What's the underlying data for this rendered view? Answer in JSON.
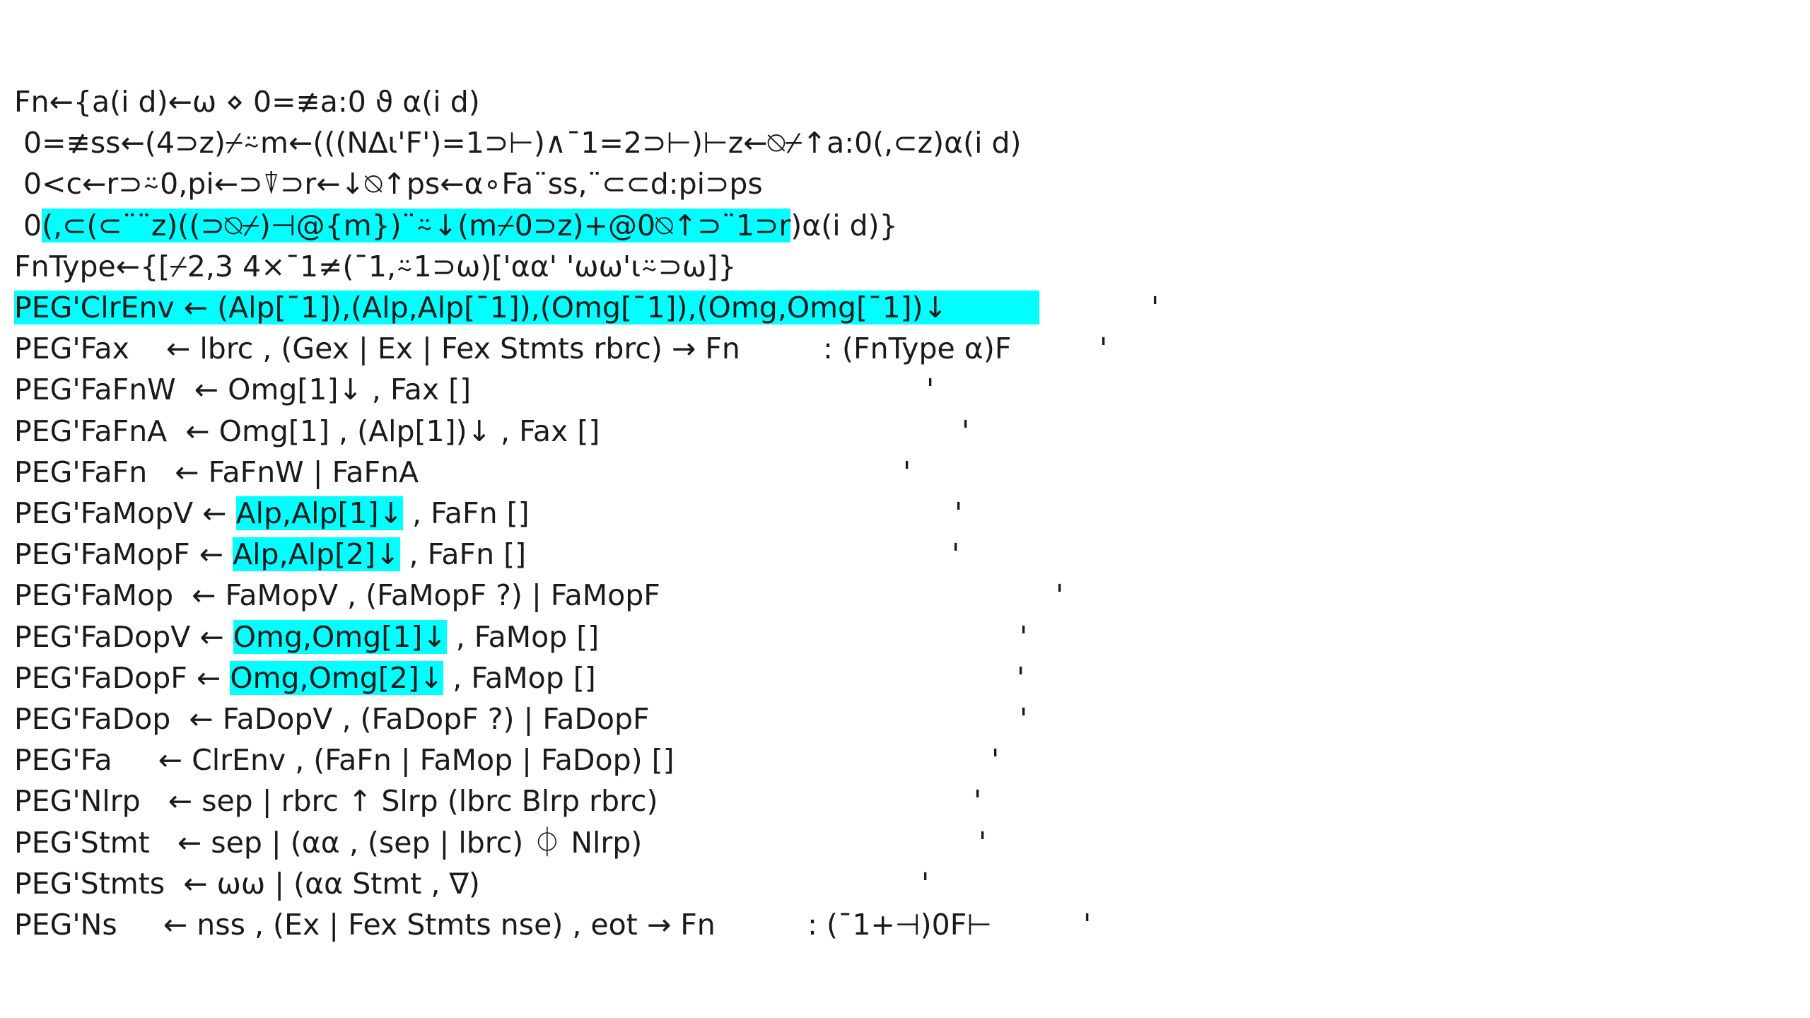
{
  "accent_highlight": "#00ffff",
  "lines": [
    {
      "segments": [
        {
          "text": "Fn←{a(i d)←ω ⋄ 0=≢a:0 ϑ α(i d)"
        }
      ]
    },
    {
      "segments": [
        {
          "text": " 0=≢ss←(4⊃z)⌿⍨m←(((N∆⍳'F')=1⊃⊢)∧¯1=2⊃⊢)⊢z←⍉⌿↑a:0(,⊂z)α(i d)"
        }
      ]
    },
    {
      "segments": [
        {
          "text": " 0<c←r⊃⍨0,pi←⊃⍒⊃r←↓⍉↑ps←α∘Fa¨ss,¨⊂⊂d:pi⊃ps"
        }
      ]
    },
    {
      "segments": [
        {
          "text": " 0"
        },
        {
          "text": "(,⊂(⊂¨¨z)((⊃⍉⌿)⊣@{m})¨⍨↓(m⌿0⊃z)+@0⍉↑⊃¨1⊃r",
          "hl": true
        },
        {
          "text": ")α(i d)}"
        }
      ]
    },
    {
      "segments": [
        {
          "text": "FnType←{[⌿2,3 4×¯1≠(¯1,⍨1⊃ω)['αα' 'ωω'⍳⍨⊃ω]}"
        }
      ]
    },
    {
      "segments": [
        {
          "text": "PEG'ClrEnv ← (Alp[¯1]),(Alp,Alp[¯1]),(Omg[¯1]),(Omg,Omg[¯1])↓          ",
          "hl": true
        }
      ],
      "tick": "'"
    },
    {
      "segments": [
        {
          "text": "PEG'Fax    ← lbrc , (Gex | Ex | Fex Stmts rbrc) → Fn         : (FnType α)F"
        }
      ],
      "tick": "'"
    },
    {
      "segments": [
        {
          "text": "PEG'FaFnW  ← Omg[1]↓ , Fax []"
        }
      ],
      "tick": "'"
    },
    {
      "segments": [
        {
          "text": "PEG'FaFnA  ← Omg[1] , (Alp[1])↓ , Fax []"
        }
      ],
      "tick": "'"
    },
    {
      "segments": [
        {
          "text": "PEG'FaFn   ← FaFnW | FaFnA"
        }
      ],
      "tick": "'"
    },
    {
      "segments": [
        {
          "text": "PEG'FaMopV ← "
        },
        {
          "text": "Alp,Alp[1]↓",
          "hl": true
        },
        {
          "text": " , FaFn []"
        }
      ],
      "tick": "'"
    },
    {
      "segments": [
        {
          "text": "PEG'FaMopF ← "
        },
        {
          "text": "Alp,Alp[2]↓",
          "hl": true
        },
        {
          "text": " , FaFn []"
        }
      ],
      "tick": "'"
    },
    {
      "segments": [
        {
          "text": "PEG'FaMop  ← FaMopV , (FaMopF ?) | FaMopF"
        }
      ],
      "tick": "'"
    },
    {
      "segments": [
        {
          "text": "PEG'FaDopV ← "
        },
        {
          "text": "Omg,Omg[1]↓",
          "hl": true
        },
        {
          "text": " , FaMop []"
        }
      ],
      "tick": "'"
    },
    {
      "segments": [
        {
          "text": "PEG'FaDopF ← "
        },
        {
          "text": "Omg,Omg[2]↓",
          "hl": true
        },
        {
          "text": " , FaMop []"
        }
      ],
      "tick": "'"
    },
    {
      "segments": [
        {
          "text": "PEG'FaDop  ← FaDopV , (FaDopF ?) | FaDopF"
        }
      ],
      "tick": "'"
    },
    {
      "segments": [
        {
          "text": "PEG'Fa     ← ClrEnv , (FaFn | FaMop | FaDop) []"
        }
      ],
      "tick": "'"
    },
    {
      "segments": [
        {
          "text": "PEG'Nlrp   ← sep | rbrc ↑ Slrp (lbrc Blrp rbrc)"
        }
      ],
      "tick": "'"
    },
    {
      "segments": [
        {
          "text": "PEG'Stmt   ← sep | (αα , (sep | lbrc) ⏀ Nlrp)"
        }
      ],
      "tick": "'"
    },
    {
      "segments": [
        {
          "text": "PEG'Stmts  ← ωω | (αα Stmt , ∇)"
        }
      ],
      "tick": "'"
    },
    {
      "segments": [
        {
          "text": "PEG'Ns     ← nss , (Ex | Fex Stmts nse) , eot → Fn          : (¯1+⊣)0F⊢"
        }
      ],
      "tick": "'"
    }
  ]
}
